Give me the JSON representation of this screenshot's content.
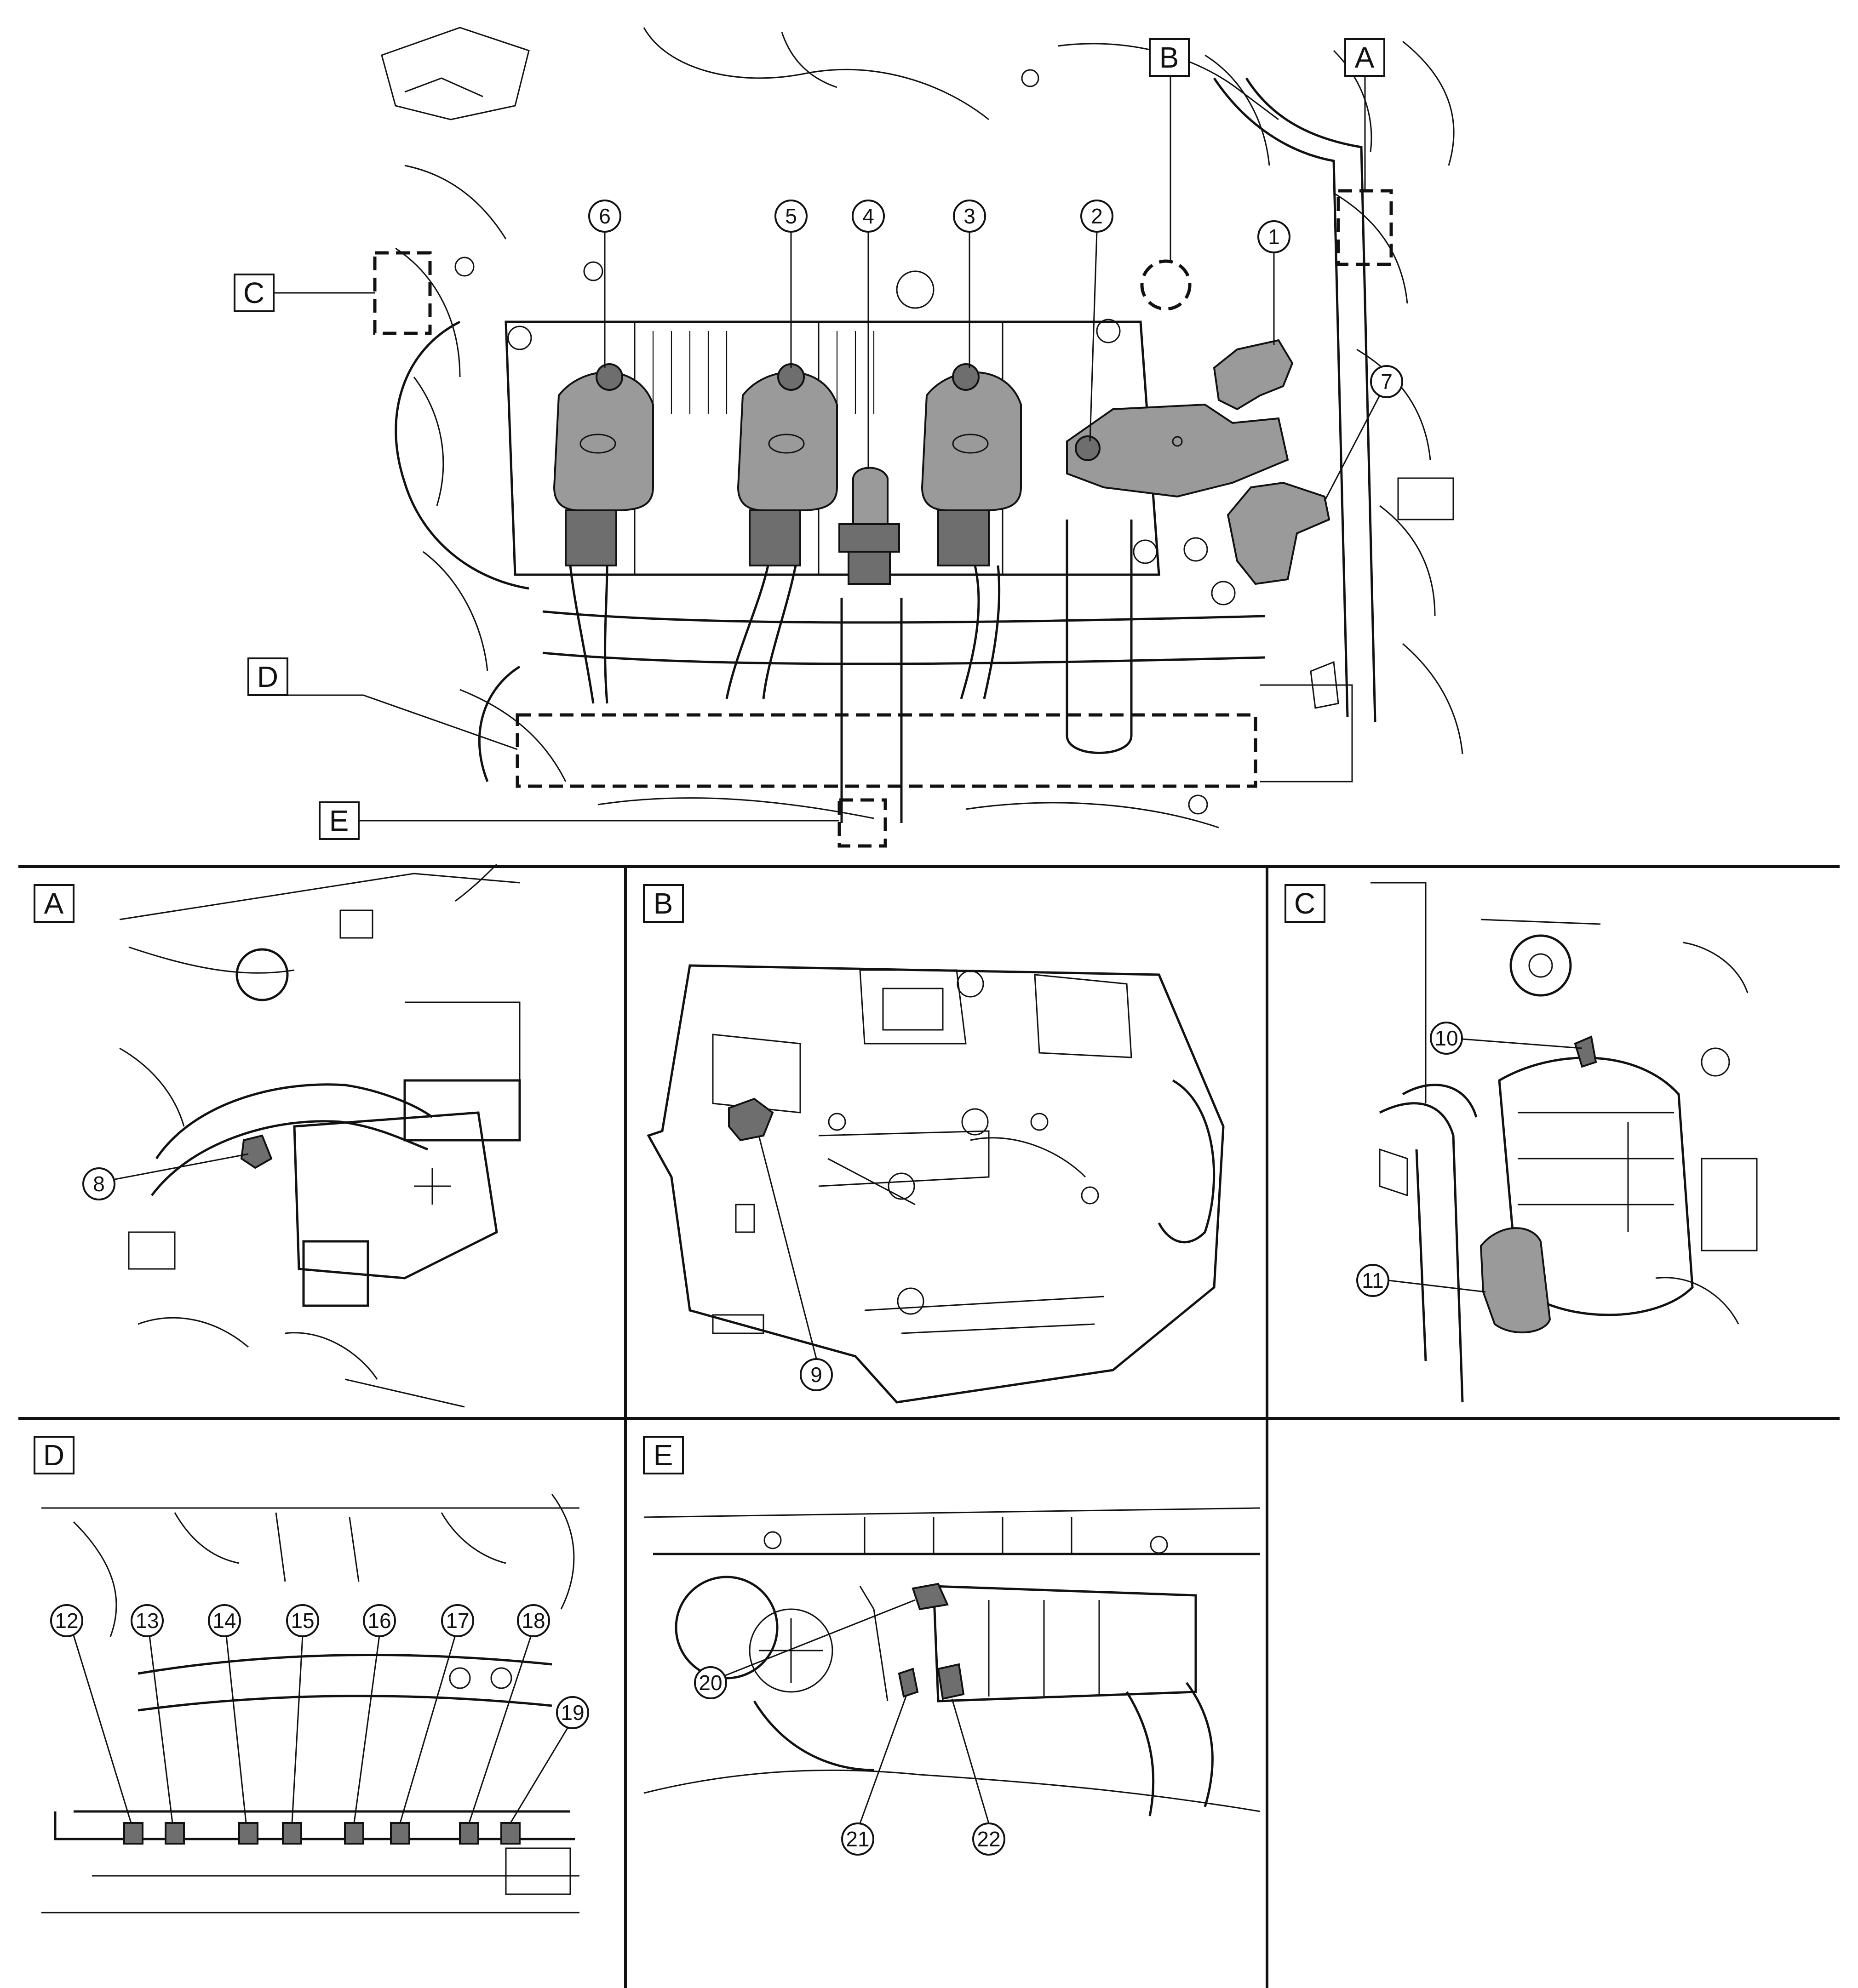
{
  "view_labels": {
    "A": "A",
    "B": "B",
    "C": "C",
    "D": "D",
    "E": "E"
  },
  "callouts": [
    "1",
    "2",
    "3",
    "4",
    "5",
    "6",
    "7",
    "8",
    "9",
    "10",
    "11",
    "12",
    "13",
    "14",
    "15",
    "16",
    "17",
    "18",
    "19",
    "20",
    "21",
    "22"
  ]
}
